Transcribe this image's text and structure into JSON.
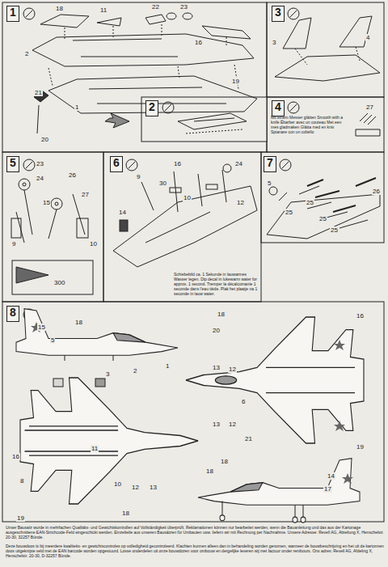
{
  "diagram": {
    "nodes": [
      {
        "text": [
          "1"
        ]
      },
      {
        "text": [
          "2"
        ]
      },
      {
        "text": [
          "3"
        ]
      },
      {
        "text": [
          "4"
        ]
      },
      {
        "text": [
          "5"
        ]
      },
      {
        "text": [
          "6"
        ]
      },
      {
        "text": [
          "7"
        ]
      },
      {
        "text": [
          "8"
        ]
      }
    ],
    "labels": [
      "18",
      "11",
      "22",
      "23",
      "16",
      "2",
      "21",
      "1",
      "19",
      "20",
      "3",
      "4",
      "27",
      "Mit einem Messer glätten Smooth with a knife Ébarber avec un couteau Met een mes gladmaken Glätta med en kniv Spianare con un coltello",
      "23",
      "24",
      "15",
      "26",
      "27",
      "9",
      "10",
      "300",
      "9",
      "16",
      "24",
      "30",
      "10",
      "12",
      "14",
      "Schiebebild ca. 1 Sekunde in lauwarmes Wasser legen. Dip decal in lukewarm water for approx. 1 second. Tremper la décalcomanie 1 seconde dans l'eau tiède. Plak het plaatje na 1 seconde in lauw water.",
      "5",
      "25",
      "25",
      "25",
      "25",
      "26",
      "15",
      "5",
      "18",
      "3",
      "2",
      "1",
      "18",
      "16",
      "20",
      "13",
      "12",
      "6",
      "13",
      "12",
      "21",
      "18",
      "19",
      "16",
      "11",
      "8",
      "10",
      "12",
      "13",
      "19",
      "18",
      "18",
      "14",
      "17",
      "Unser Bausatz wurde in mehrfachen Qualitäts- und Gewichtskontrollen auf Vollständigkeit überprüft. Reklamationen können nur bearbeitet werden, wenn die Bauanleitung und das aus der Kartonage ausgeschnittene EAN-Strichcode-Feld eingeschickt werden. Einzelteile aus unseren Bausätzen für Umbauten usw. liefern wir mit Rechnung per Nachnahme. Unsere Adresse: Revell AG, Abteilung X, Henschelstr. 20-30, 32257 Bünde.",
      "Deze bouwdoos is bij meerdere kwaliteits- en gewichtscontroles op volledigheid gecontroleerd. Klachten kunnen alleen dan in behandeling worden genomen, wanneer de bouwbeschrijving en het uit de kartonnen doos uitgeknipte veld met de EAN barcode worden opgestuurd. Losse onderdelen uit onze bouwdozen voor ombouw en dergelijke leveren wij met factuur onder rembours. Ons adres: Revell AG, Afdeling X, Henschelstr. 20-30, D-32257 Bünde."
    ]
  }
}
